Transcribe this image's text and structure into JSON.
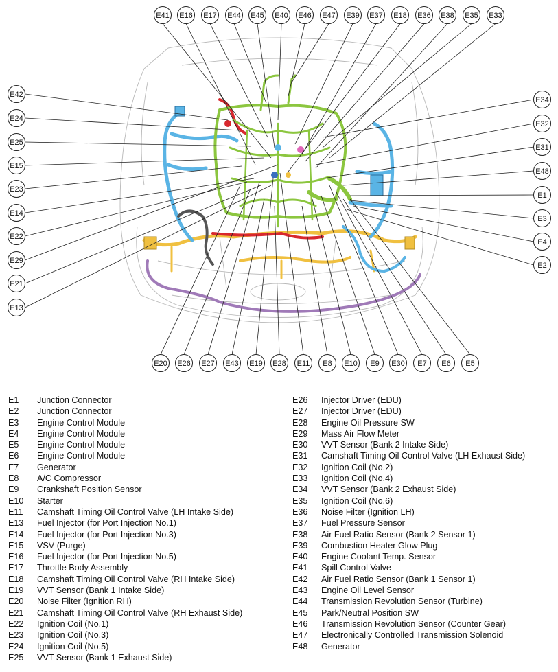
{
  "callouts": {
    "top": [
      "E41",
      "E16",
      "E17",
      "E44",
      "E45",
      "E40",
      "E46",
      "E47",
      "E39",
      "E37",
      "E18",
      "E36",
      "E38",
      "E35",
      "E33"
    ],
    "left": [
      "E42",
      "E24",
      "E25",
      "E15",
      "E23",
      "E14",
      "E22",
      "E29",
      "E21",
      "E13"
    ],
    "right": [
      "E34",
      "E32",
      "E31",
      "E48",
      "E1",
      "E3",
      "E4",
      "E2"
    ],
    "bottom": [
      "E20",
      "E26",
      "E27",
      "E43",
      "E19",
      "E28",
      "E11",
      "E8",
      "E10",
      "E9",
      "E30",
      "E7",
      "E6",
      "E5"
    ]
  },
  "colors": {
    "green": "#8cc63f",
    "blue": "#5ab4e5",
    "yellow": "#f0c040",
    "red": "#d8282e",
    "purple": "#a07ab8",
    "gray": "#555555",
    "outline": "#b8b8b8"
  },
  "legend": {
    "left": [
      {
        "code": "E1",
        "name": "Junction Connector"
      },
      {
        "code": "E2",
        "name": "Junction Connector"
      },
      {
        "code": "E3",
        "name": "Engine Control Module"
      },
      {
        "code": "E4",
        "name": "Engine Control Module"
      },
      {
        "code": "E5",
        "name": "Engine Control Module"
      },
      {
        "code": "E6",
        "name": "Engine Control Module"
      },
      {
        "code": "E7",
        "name": "Generator"
      },
      {
        "code": "E8",
        "name": "A/C Compressor"
      },
      {
        "code": "E9",
        "name": "Crankshaft Position Sensor"
      },
      {
        "code": "E10",
        "name": "Starter"
      },
      {
        "code": "E11",
        "name": "Camshaft Timing Oil Control Valve (LH Intake Side)"
      },
      {
        "code": "E13",
        "name": "Fuel Injector (for Port Injection No.1)"
      },
      {
        "code": "E14",
        "name": "Fuel Injector (for Port Injection No.3)"
      },
      {
        "code": "E15",
        "name": "VSV (Purge)"
      },
      {
        "code": "E16",
        "name": "Fuel Injector (for Port Injection No.5)"
      },
      {
        "code": "E17",
        "name": "Throttle Body Assembly"
      },
      {
        "code": "E18",
        "name": "Camshaft Timing Oil Control Valve (RH Intake Side)"
      },
      {
        "code": "E19",
        "name": "VVT Sensor (Bank 1 Intake Side)"
      },
      {
        "code": "E20",
        "name": "Noise Filter (Ignition RH)"
      },
      {
        "code": "E21",
        "name": "Camshaft Timing Oil Control Valve (RH Exhaust Side)"
      },
      {
        "code": "E22",
        "name": "Ignition Coil (No.1)"
      },
      {
        "code": "E23",
        "name": "Ignition Coil (No.3)"
      },
      {
        "code": "E24",
        "name": "Ignition Coil (No.5)"
      },
      {
        "code": "E25",
        "name": "VVT Sensor (Bank 1 Exhaust Side)"
      }
    ],
    "right": [
      {
        "code": "E26",
        "name": "Injector Driver (EDU)"
      },
      {
        "code": "E27",
        "name": "Injector Driver (EDU)"
      },
      {
        "code": "E28",
        "name": "Engine Oil Pressure SW"
      },
      {
        "code": "E29",
        "name": "Mass Air Flow Meter"
      },
      {
        "code": "E30",
        "name": "VVT Sensor (Bank 2 Intake Side)"
      },
      {
        "code": "E31",
        "name": "Camshaft Timing Oil Control Valve (LH Exhaust Side)"
      },
      {
        "code": "E32",
        "name": "Ignition Coil (No.2)"
      },
      {
        "code": "E33",
        "name": "Ignition Coil (No.4)"
      },
      {
        "code": "E34",
        "name": "VVT Sensor (Bank 2 Exhaust Side)"
      },
      {
        "code": "E35",
        "name": "Ignition Coil (No.6)"
      },
      {
        "code": "E36",
        "name": "Noise Filter (Ignition LH)"
      },
      {
        "code": "E37",
        "name": "Fuel Pressure Sensor"
      },
      {
        "code": "E38",
        "name": "Air Fuel Ratio Sensor (Bank 2 Sensor 1)"
      },
      {
        "code": "E39",
        "name": "Combustion Heater Glow Plug"
      },
      {
        "code": "E40",
        "name": "Engine Coolant Temp. Sensor"
      },
      {
        "code": "E41",
        "name": "Spill Control Valve"
      },
      {
        "code": "E42",
        "name": "Air Fuel Ratio Sensor (Bank 1 Sensor 1)"
      },
      {
        "code": "E43",
        "name": "Engine Oil Level Sensor"
      },
      {
        "code": "E44",
        "name": "Transmission Revolution Sensor (Turbine)"
      },
      {
        "code": "E45",
        "name": "Park/Neutral Position SW"
      },
      {
        "code": "E46",
        "name": "Transmission Revolution Sensor (Counter Gear)"
      },
      {
        "code": "E47",
        "name": "Electronically Controlled Transmission Solenoid"
      },
      {
        "code": "E48",
        "name": "Generator"
      }
    ]
  }
}
